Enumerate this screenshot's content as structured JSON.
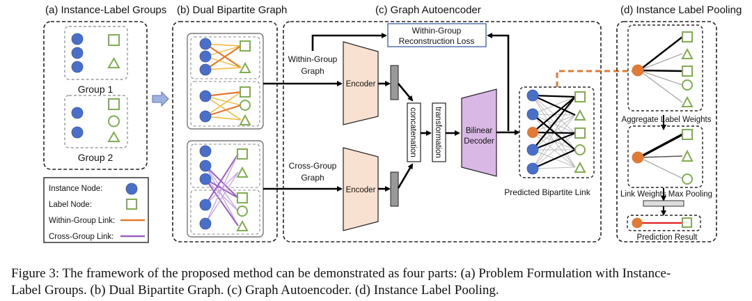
{
  "panels": {
    "a": {
      "title": "(a) Instance-Label Groups",
      "groups": [
        {
          "label": "Group 1",
          "instances": 3,
          "labels": [
            "square",
            "triangle"
          ]
        },
        {
          "label": "Group 2",
          "instances": 2,
          "labels": [
            "square",
            "circle",
            "triangle"
          ]
        }
      ]
    },
    "b": {
      "title": "(b) Dual Bipartite Graph"
    },
    "c": {
      "title": "(c) Graph Autoencoder",
      "loss_box_line1": "Within-Group",
      "loss_box_line2": "Reconstruction Loss",
      "within_graph_line1": "Within-Group",
      "within_graph_line2": "Graph",
      "cross_graph_line1": "Cross-Group",
      "cross_graph_line2": "Graph",
      "encoder_label": "Encoder",
      "concat_label": "concatenation",
      "transform_label": "transformation",
      "decoder_line1": "Bilinear",
      "decoder_line2": "Decoder",
      "predicted_label": "Predicted Bipartite Link"
    },
    "d": {
      "title": "(d) Instance Label Pooling",
      "aggregate_label": "Aggregate Label Weights",
      "maxpool_label": "Link Weights Max Pooling",
      "result_label": "Prediction Result"
    }
  },
  "legend": {
    "items": [
      {
        "label": "Instance Node:",
        "symbol": "instance-circle"
      },
      {
        "label": "Label Node:",
        "symbol": "label-square"
      },
      {
        "label": "Within-Group Link:",
        "symbol": "orange-line"
      },
      {
        "label": "Cross-Group Link:",
        "symbol": "purple-line"
      }
    ]
  },
  "colors": {
    "instance": "#4a6fc9",
    "label": "#7fad4f",
    "within_link": "#e8772e",
    "within_link_light": "#f4b533",
    "cross_link": "#9a5fc2",
    "cross_link_light": "#c7a2e6",
    "encoder_fill": "#f8e1d0",
    "decoder_fill": "#d9b8e6",
    "selected_instance": "#e07a35",
    "loss_border": "#4a6aa8",
    "result_link": "#e02020"
  },
  "caption": {
    "line1": "Figure 3: The framework of the proposed method can be demonstrated as four parts: (a) Problem Formulation with Instance-",
    "line2": "Label Groups. (b) Dual Bipartite Graph. (c) Graph Autoencoder. (d) Instance Label Pooling."
  }
}
